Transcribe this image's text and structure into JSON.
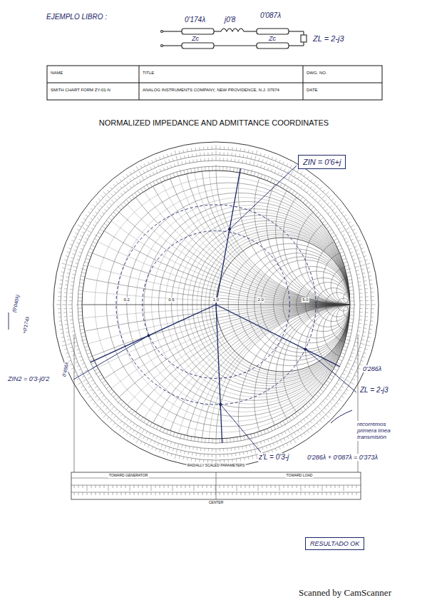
{
  "diagram": {
    "title": "NORMALIZED IMPEDANCE AND ADMITTANCE COORDINATES",
    "nodes": [
      {
        "text": [
          "ZIN = 0'6+j"
        ]
      },
      {
        "text": [
          "RESULTADO OK"
        ]
      }
    ],
    "labels": [
      "EJEMPLO LIBRO :",
      "0'174λ",
      "j0'8",
      "0'087λ",
      "Zc",
      "Zc",
      "ZL = 2-j3",
      "NAME",
      "TITLE",
      "DWG. NO.",
      "SMITH CHART FORM ZY-01-N",
      "ANALOG INSTRUMENTS COMPANY, NEW PROVIDENCE, N.J. 07974",
      "DATE",
      "(0'040λ)",
      "+0'174λ",
      "0'466λ",
      "ZIN2 = 0'3-j0'2",
      "0'286λ",
      "ZL = 2-j3",
      "recorremos primera línea transmisión",
      "z'L = 0'3-j",
      "0'286λ + 0'087λ = 0'373λ",
      "RADIALLY SCALED PARAMETERS",
      "TOWARD GENERATOR",
      "TOWARD LOAD",
      "CENTER",
      "Scanned by CamScanner",
      "0.2",
      "0.5",
      "1.0",
      "2.0",
      "5.0"
    ]
  }
}
